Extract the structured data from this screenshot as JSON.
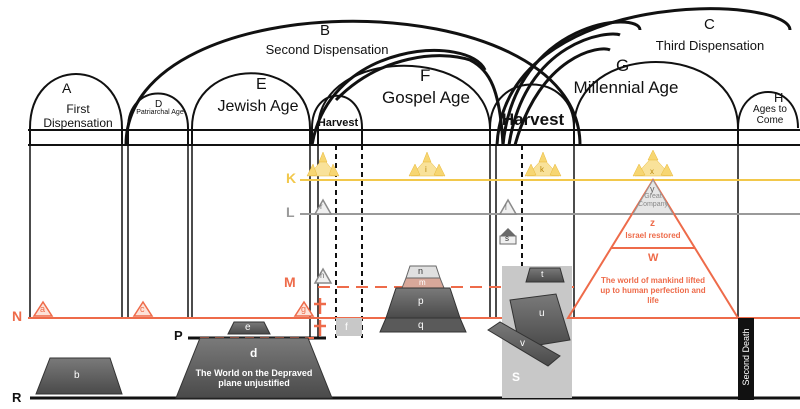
{
  "ages": {
    "a_letter": "A",
    "a_title": "First Dispensation",
    "b_letter": "B",
    "b_title": "Second Dispensation",
    "c_letter": "C",
    "c_title": "Third Dispensation",
    "d_letter": "D",
    "d_title": "Patriarchal Age",
    "e_letter": "E",
    "e_title": "Jewish Age",
    "f_letter": "F",
    "f_title": "Gospel Age",
    "g_letter": "G",
    "g_title": "Millennial Age",
    "h_letter": "H",
    "h_title": "Ages to Come",
    "harvest_small": "Harvest",
    "harvest_big": "Harvest"
  },
  "planes": {
    "k": "K",
    "l": "L",
    "m": "M",
    "n": "N",
    "p": "P",
    "r": "R"
  },
  "markers": {
    "a": "a",
    "b": "b",
    "c": "c",
    "d": "d",
    "e": "e",
    "f": "f",
    "g": "g",
    "h": "h",
    "i": "i",
    "k": "k",
    "l": "l",
    "m": "m",
    "n": "n",
    "p": "p",
    "q": "q",
    "r": "r",
    "s": "s",
    "S": "S",
    "t": "t",
    "u": "u",
    "v": "v",
    "w": "W",
    "x": "x",
    "y": "y",
    "z": "z"
  },
  "captions": {
    "world_depraved": "The World on the Depraved plane unjustified",
    "great_company": "Great Company",
    "israel_restored": "Israel restored",
    "world_mankind": "The world of mankind lifted up to human perfection and life",
    "second_death": "Second Death"
  },
  "colors": {
    "gold": "#f2c84b",
    "gray": "#9a9a9a",
    "orange": "#ee6b4a",
    "dark": "#5c5c5c",
    "lightgray": "#c8c8c8"
  }
}
